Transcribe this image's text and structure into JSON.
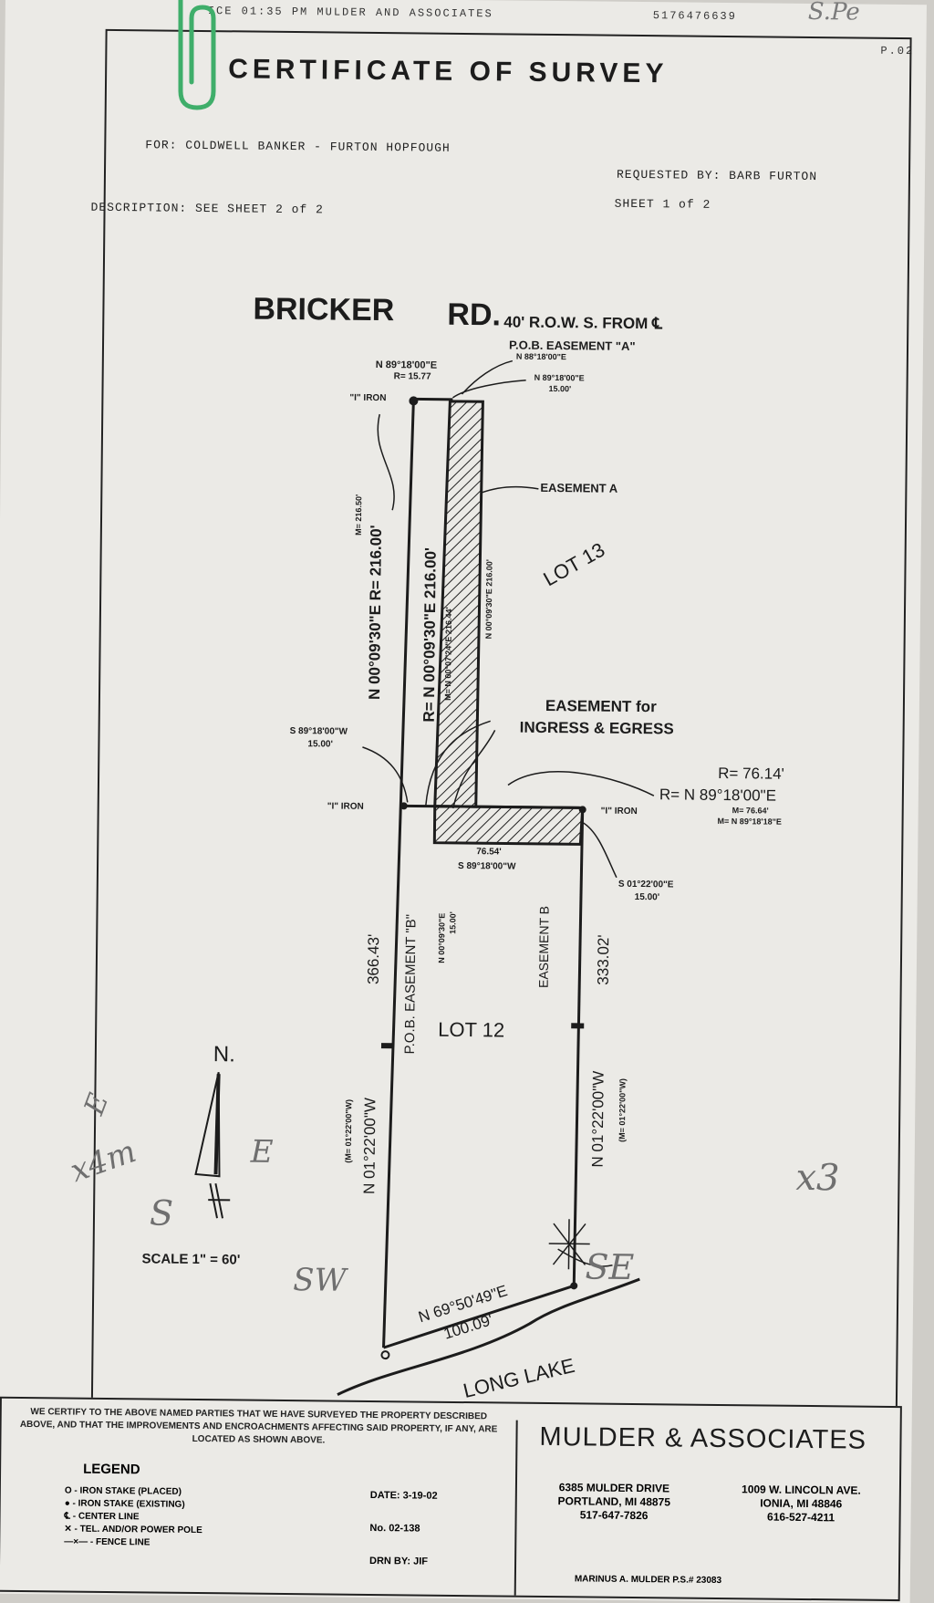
{
  "fax_header": {
    "left": "ICE 01:35 PM MULDER AND ASSOCIATES",
    "phone": "5176476639",
    "page": "P.02"
  },
  "handwritten_top": "S.Pe",
  "title": "CERTIFICATE OF SURVEY",
  "for_line": "FOR:  COLDWELL BANKER - FURTON HOPFOUGH",
  "requested_by": "REQUESTED BY:  BARB FURTON",
  "sheet": "SHEET 1 of 2",
  "description": "DESCRIPTION:  SEE SHEET 2 of 2",
  "plat": {
    "road": "BRICKER",
    "road_suffix": "RD.",
    "row": "40' R.O.W. S. FROM ℄",
    "pob_a": "P.O.B. EASEMENT \"A\"",
    "pob_a_sub": "N 88°18'00\"E",
    "top_bearing_1": "N 89°18'00\"E",
    "top_bearing_1_dist": "R= 15.77",
    "top_bearing_2": "N 89°18'00\"E",
    "top_bearing_2_dist": "15.00'",
    "iron_nw": "\"I\" IRON",
    "west_r": "N 00°09'30\"E  R= 216.00'",
    "west_m": "M= 216.50'",
    "mid_r": "R= N 00°09'30\"E  216.00'",
    "mid_m": "M= N 00°07'24\"E 216.44'",
    "east_easement": "N 00°09'30\"E 216.00'",
    "easement_a": "EASEMENT A",
    "lot13": "LOT 13",
    "easement_ie_1": "EASEMENT for",
    "easement_ie_2": "INGRESS & EGRESS",
    "s_bearing_a": "S 89°18'00\"W",
    "s_bearing_a_dist": "15.00'",
    "iron_w": "\"I\" IRON",
    "iron_e": "\"I\" IRON",
    "r_76": "R= 76.14'",
    "r_bearing": "R= N 89°18'00\"E",
    "m_76": "M= 76.64'",
    "m_bearing": "M= N 89°18'18\"E",
    "b_len": "76.54'",
    "b_bearing": "S 89°18'00\"W",
    "s_bearing_e": "S 01°22'00\"E",
    "s_bearing_e_dist": "15.00'",
    "west_len": "366.43'",
    "pob_b": "P.O.B. EASEMENT \"B\"",
    "pob_b_brg": "N 00°09'30\"E",
    "pob_b_dist": "15.00'",
    "easement_b": "EASEMENT B",
    "east_len": "333.02'",
    "lot12": "LOT 12",
    "west_brg": "N 01°22'00\"W",
    "west_brg_m": "(M= 01°22'00\"W)",
    "east_brg": "N 01°22'00\"W",
    "east_brg_m": "(M= 01°22'00\"W)",
    "north": "N.",
    "scale": "SCALE  1\" = 60'",
    "lake_brg": "N 69°50'49\"E",
    "lake_dist": "100.09'",
    "lake": "LONG LAKE",
    "hand_e1": "E",
    "hand_xm": "x4m",
    "hand_e2": "E",
    "hand_s": "S",
    "hand_x3": "x3",
    "hand_sw": "SW",
    "hand_se": "SE"
  },
  "footer": {
    "certification": "WE CERTIFY TO THE ABOVE NAMED PARTIES THAT WE HAVE SURVEYED THE PROPERTY DESCRIBED ABOVE, AND THAT THE IMPROVEMENTS AND ENCROACHMENTS AFFECTING SAID PROPERTY, IF ANY, ARE LOCATED AS SHOWN ABOVE.",
    "legend_title": "LEGEND",
    "legend": [
      "O - IRON STAKE (PLACED)",
      "● - IRON STAKE (EXISTING)",
      "℄ - CENTER LINE",
      "✕ - TEL. AND/OR POWER POLE",
      "―×― - FENCE LINE"
    ],
    "date": "DATE:  3-19-02",
    "job_no": "No.  02-138",
    "drawn_by": "DRN BY:  JIF",
    "firm": "MULDER & ASSOCIATES",
    "office1_street": "6385 MULDER DRIVE",
    "office1_city": "PORTLAND, MI  48875",
    "office1_phone": "517-647-7826",
    "office2_street": "1009 W. LINCOLN AVE.",
    "office2_city": "IONIA, MI  48846",
    "office2_phone": "616-527-4211",
    "surveyor": "MARINUS A. MULDER  P.S.# 23083"
  }
}
